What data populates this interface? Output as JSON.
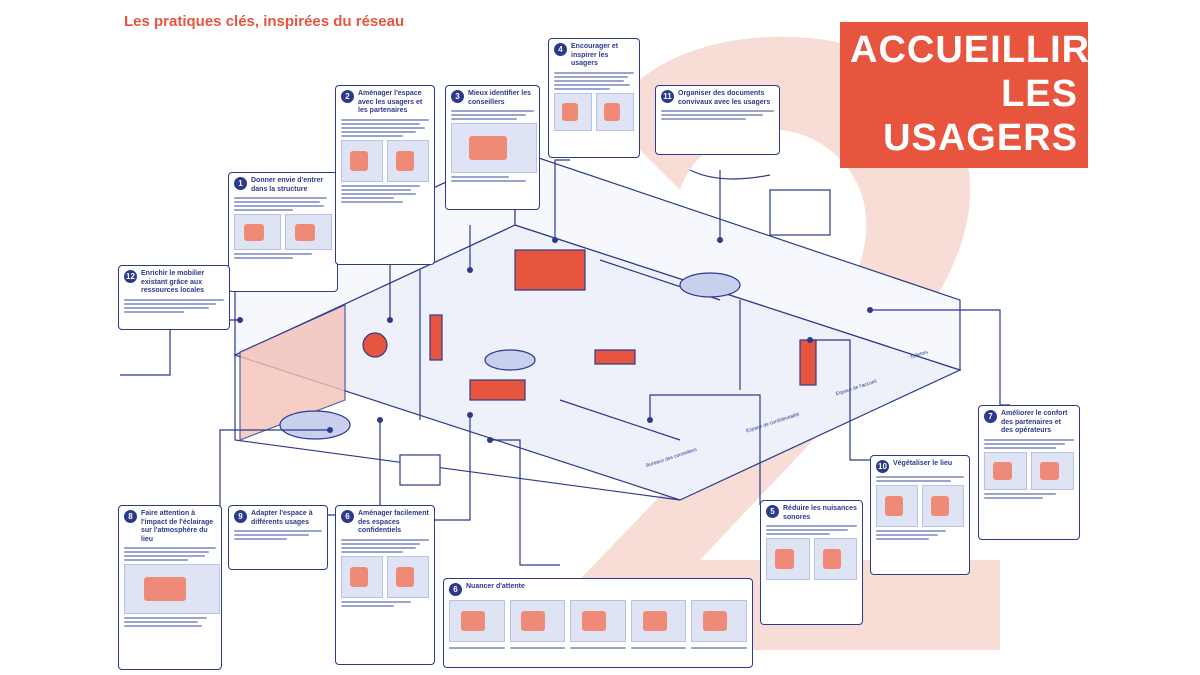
{
  "header": {
    "subtitle": "Les pratiques clés, inspirées du réseau",
    "title_lines": [
      "ACCUEILLIR",
      "LES",
      "USAGERS"
    ]
  },
  "colors": {
    "accent": "#e8553e",
    "ink": "#2b3a8c",
    "pale": "#f6d3cc"
  },
  "cards": [
    {
      "num": "1",
      "title": "Donner envie d'entrer dans la structure"
    },
    {
      "num": "2",
      "title": "Aménager l'espace avec les usagers et les partenaires"
    },
    {
      "num": "3",
      "title": "Mieux identifier les conseillers"
    },
    {
      "num": "4",
      "title": "Encourager et inspirer les usagers"
    },
    {
      "num": "11",
      "title": "Organiser des documents convivaux avec les usagers"
    },
    {
      "num": "12",
      "title": "Enrichir le mobilier existant grâce aux ressources locales"
    },
    {
      "num": "7",
      "title": "Améliorer le confort des partenaires et des opérateurs"
    },
    {
      "num": "10",
      "title": "Végétaliser le lieu"
    },
    {
      "num": "5",
      "title": "Réduire les nuisances sonores"
    },
    {
      "num": "8",
      "title": "Faire attention à l'impact de l'éclairage sur l'atmosphère du lieu"
    },
    {
      "num": "9",
      "title": "Adapter l'espace à différents usages"
    },
    {
      "num": "6",
      "title": "Aménager facilement des espaces confidentiels"
    },
    {
      "num": "6",
      "title": "Nuancer d'attente"
    }
  ],
  "zones": [
    "Bureaux des conseillers",
    "Espace de confidentialité",
    "Espace de l'accueil",
    "Toilettes"
  ]
}
